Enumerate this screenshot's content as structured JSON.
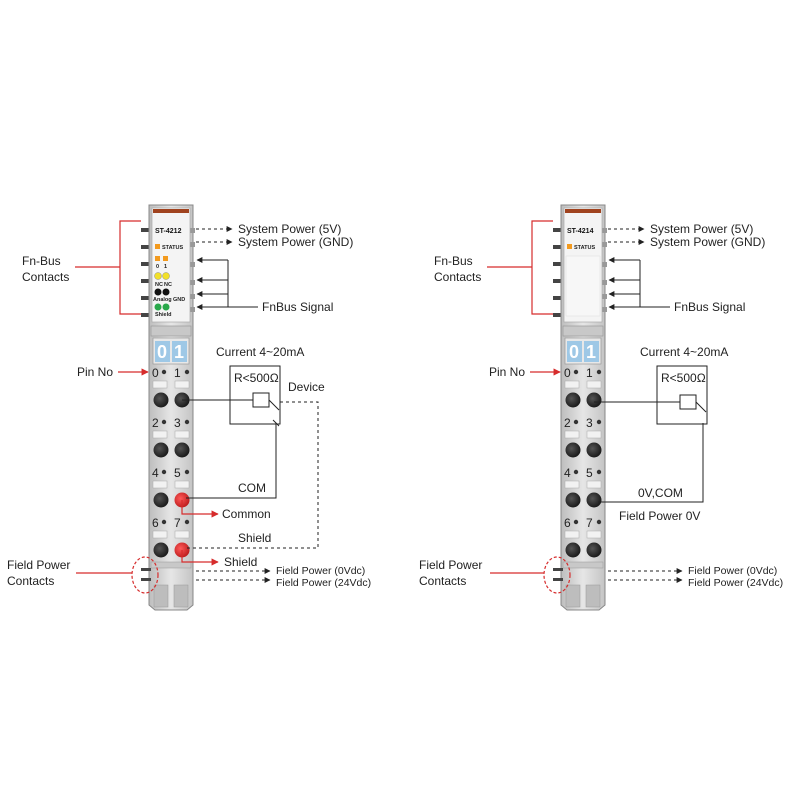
{
  "left": {
    "model": "ST-4212",
    "status": "STATUS",
    "led_labels": [
      "0",
      "1",
      "NC",
      "NC",
      "Analog",
      "GND",
      "Shield"
    ],
    "display": [
      "0",
      "1"
    ],
    "pins": [
      "0",
      "1",
      "2",
      "3",
      "4",
      "5",
      "6",
      "7"
    ],
    "fn_bus_contacts": "Fn-Bus\nContacts",
    "system_power_5v": "System Power (5V)",
    "system_power_gnd": "System Power (GND)",
    "fnbus_signal": "FnBus Signal",
    "pin_no": "Pin No",
    "current": "Current 4~20mA",
    "resistor": "R<500Ω",
    "device": "Device",
    "com": "COM",
    "common": "Common",
    "shield_top": "Shield",
    "shield_bottom": "Shield",
    "field_power_contacts": "Field Power\nContacts",
    "field_power_0v": "Field Power (0Vdc)",
    "field_power_24v": "Field Power (24Vdc)"
  },
  "right": {
    "model": "ST-4214",
    "status": "STATUS",
    "display": [
      "0",
      "1"
    ],
    "pins": [
      "0",
      "1",
      "2",
      "3",
      "4",
      "5",
      "6",
      "7"
    ],
    "fn_bus_contacts": "Fn-Bus\nContacts",
    "system_power_5v": "System Power (5V)",
    "system_power_gnd": "System Power (GND)",
    "fnbus_signal": "FnBus Signal",
    "pin_no": "Pin No",
    "current": "Current 4~20mA",
    "resistor": "R<500Ω",
    "zero_v_com": "0V,COM",
    "field_power_0v_label": "Field Power 0V",
    "field_power_contacts": "Field Power\nContacts",
    "field_power_0v": "Field Power (0Vdc)",
    "field_power_24v": "Field Power (24Vdc)"
  },
  "colors": {
    "body": "#d9d9d9",
    "accent_bar": "#a0431f",
    "status_led": "#f39a1e",
    "led_yellow": "#f2e02a",
    "led_green": "#29a84a",
    "display": "#9ec8e6",
    "callout": "#d62c2c"
  }
}
